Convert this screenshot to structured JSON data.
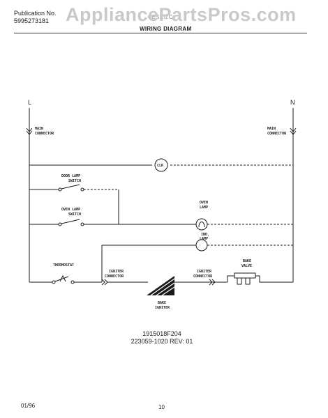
{
  "header": {
    "publication_label": "Publication No.",
    "publication_number": "5995273181",
    "model": "CES3.0.C",
    "watermark": "AppliancePartsPros.com",
    "title": "WIRING DIAGRAM"
  },
  "diagram": {
    "line_l": "L",
    "line_n": "N",
    "main_connector_left": [
      "MAIN",
      "CONNECTOR"
    ],
    "main_connector_right": [
      "MAIN",
      "CONNECTOR"
    ],
    "clock": "CLK",
    "door_lamp_switch": [
      "DOOR LAMP",
      "SWITCH"
    ],
    "oven_lamp_switch": [
      "OVEN LAMP",
      "SWITCH"
    ],
    "oven_lamp": [
      "OVEN",
      "LAMP"
    ],
    "ind_lamp": [
      "IND.",
      "LAMP"
    ],
    "thermostat": "THERMOSTAT",
    "igniter_connector_left": [
      "IGNITER",
      "CONNECTOR"
    ],
    "igniter_connector_right": [
      "IGNITER",
      "CONNECTOR"
    ],
    "bake_valve": [
      "BAKE",
      "VALVE"
    ],
    "bake_igniter": [
      "BAKE",
      "IGNITER"
    ]
  },
  "part_numbers": {
    "line1": "1915018F204",
    "line2": "223059-1020 REV: 01"
  },
  "footer": {
    "date": "01/96",
    "page": "10"
  }
}
